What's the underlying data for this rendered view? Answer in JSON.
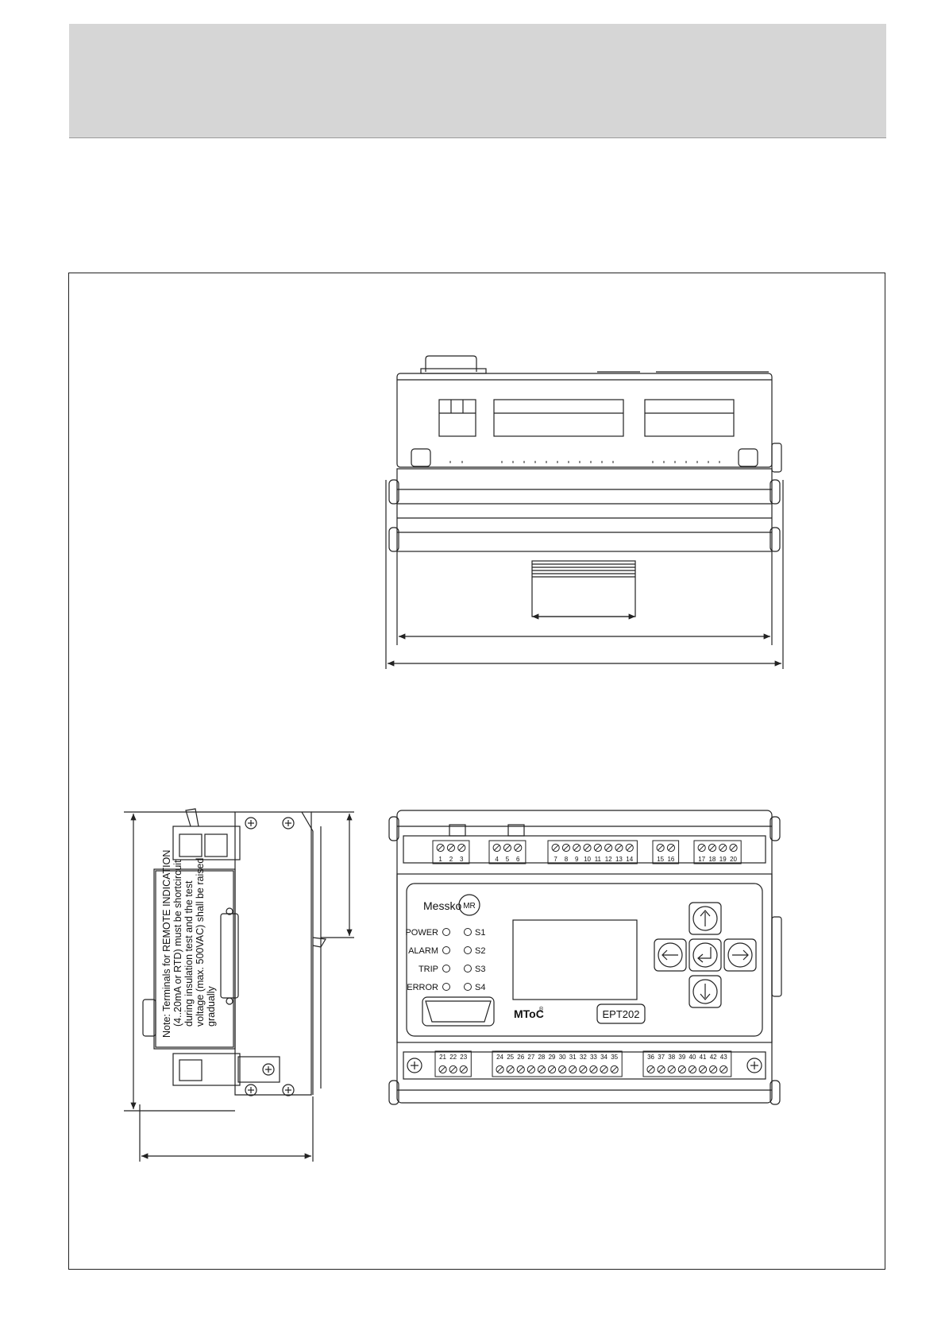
{
  "note_lines": [
    "Note: Terminals for REMOTE INDICATION",
    "(4..20mA or RTD) must be shortcircuit",
    "during insulation test and the test",
    "voltage (max. 500VAC) shall be raised",
    "gradually"
  ],
  "brand": "Messko",
  "logo_text": "MR",
  "model_label": "EPT202",
  "product_name": "MToC",
  "led_labels_left": [
    "POWER",
    "ALARM",
    "TRIP",
    "ERROR"
  ],
  "led_labels_right": [
    "S1",
    "S2",
    "S3",
    "S4"
  ],
  "top_terminal_groups": [
    [
      "1",
      "2",
      "3"
    ],
    [
      "4",
      "5",
      "6"
    ],
    [
      "7",
      "8",
      "9",
      "10",
      "11",
      "12",
      "13",
      "14"
    ],
    [
      "15",
      "16"
    ],
    [
      "17",
      "18",
      "19",
      "20"
    ]
  ],
  "bottom_terminal_groups": [
    [
      "21",
      "22",
      "23"
    ],
    [
      "24",
      "25",
      "26",
      "27",
      "28",
      "29",
      "30",
      "31",
      "32",
      "33",
      "34",
      "35"
    ],
    [
      "36",
      "37",
      "38",
      "39",
      "40",
      "41",
      "42",
      "43"
    ]
  ],
  "nav_keys": [
    "up-arrow",
    "left-arrow",
    "enter-arrow",
    "right-arrow",
    "down-arrow"
  ]
}
